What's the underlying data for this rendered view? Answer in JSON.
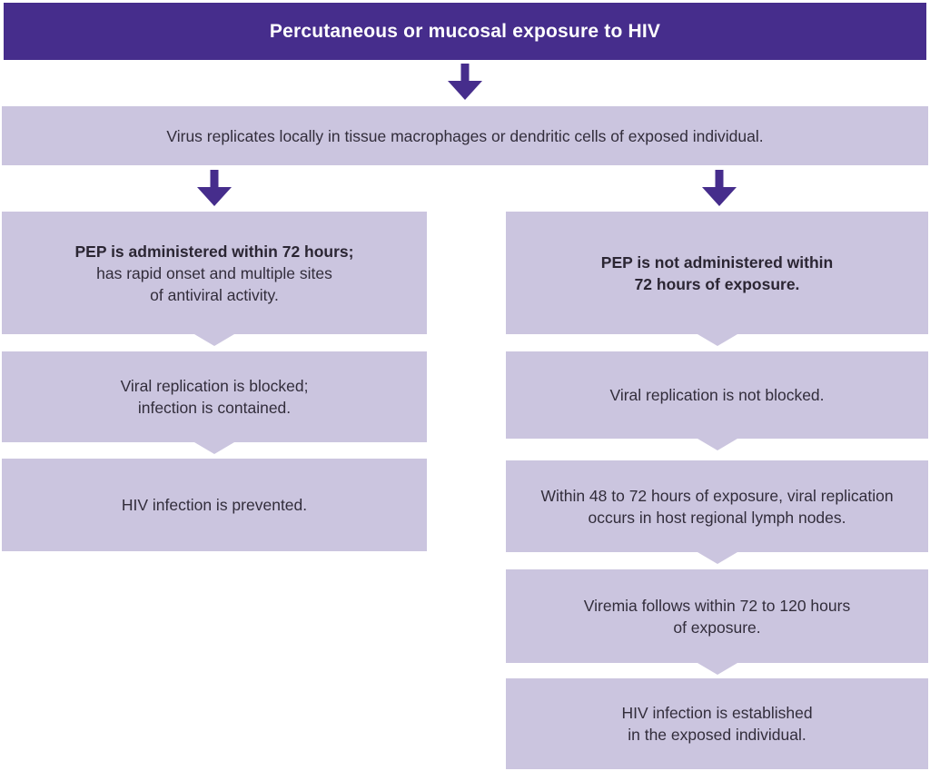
{
  "title_banner": {
    "text": "Percutaneous or mucosal exposure to HIV"
  },
  "intro_box": {
    "text": "Virus replicates locally in tissue macrophages or dendritic cells of exposed individual."
  },
  "left_branch": {
    "pep_given_box": {
      "line1_bold": "PEP is administered within 72 hours;",
      "line2": "has rapid onset and multiple sites",
      "line3": "of antiviral activity."
    },
    "replication_blocked_box": {
      "line1": "Viral replication is blocked;",
      "line2": "infection is contained."
    },
    "prevented_box": {
      "line1": "HIV infection is prevented."
    }
  },
  "right_branch": {
    "pep_not_given_box": {
      "line1_bold": "PEP is not administered within",
      "line2_bold": "72 hours of exposure."
    },
    "replication_not_blocked_box": {
      "line1": "Viral replication is not blocked."
    },
    "lymph_nodes_box": {
      "line1": "Within 48 to 72 hours of exposure, viral replication",
      "line2": "occurs in host regional lymph nodes."
    },
    "viremia_box": {
      "line1": "Viremia follows within 72 to 120 hours",
      "line2": "of exposure."
    },
    "infection_established_box": {
      "line1": "HIV infection is established",
      "line2": "in the exposed individual."
    }
  },
  "icons": {
    "down_arrow": "down-arrow"
  },
  "colors": {
    "banner_bg": "#462d8c",
    "box_bg": "#cbc5df",
    "arrow_color": "#462d8c",
    "text_color": "#322d3b",
    "title_text": "#ffffff"
  }
}
